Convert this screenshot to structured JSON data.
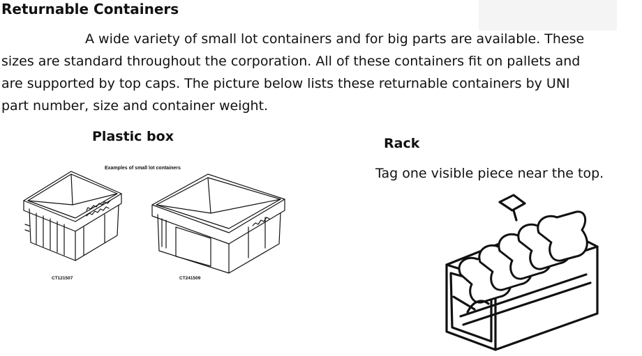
{
  "document": {
    "title": "Returnable Containers",
    "intro_lines": [
      "A wide variety of small lot containers and for big parts are available. These",
      "sizes are standard throughout the corporation. All of these containers fit on pallets and",
      "are supported by top caps. The picture below lists these returnable containers by UNI",
      "part number, size and container weight."
    ]
  },
  "plastic_box": {
    "heading": "Plastic box",
    "caption": "Examples of small lot containers",
    "codes": [
      "CT121507",
      "CT241509"
    ]
  },
  "rack": {
    "heading": "Rack",
    "instruction": "Tag one visible piece near the top."
  }
}
